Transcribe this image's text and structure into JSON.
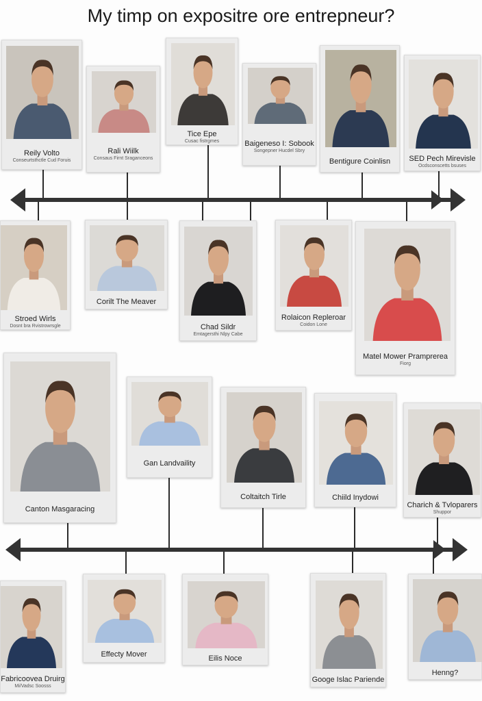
{
  "title": "My timp on expositre ore entrepneur?",
  "colors": {
    "timeline": "#333333",
    "card": "#ececec"
  },
  "rows": [
    [
      {
        "name": "Reily Volto",
        "sub": "Conseurtsthctle Cud Foruis",
        "shirt": "#4a5a70",
        "bg": "#c9c4bc"
      },
      {
        "name": "Rali Wiilk",
        "sub": "Consaus Firnt Sraganceons",
        "shirt": "#c88a86",
        "bg": "#d8d4cf"
      },
      {
        "name": "Tice Epe",
        "sub": "Cusac fistrgmes",
        "shirt": "#3d3a38",
        "bg": "#e0ddd8"
      },
      {
        "name": "Baigeneso I: Sobook",
        "sub": "Songepner Hucdel Sbry",
        "shirt": "#5f6b78",
        "bg": "#d4d0ca"
      },
      {
        "name": "Bentigure Coinlisn",
        "sub": "",
        "shirt": "#2c3a52",
        "bg": "#b8b2a0"
      },
      {
        "name": "SED Pech Mirevisle",
        "sub": "Ocdsconscetts bsuses",
        "shirt": "#24354f",
        "bg": "#e3e1dd"
      }
    ],
    [
      {
        "name": "Stroed Wirls",
        "sub": "Dosnt bra Rvistrowrsgle",
        "shirt": "#f0ece6",
        "bg": "#d6cfc4"
      },
      {
        "name": "Corilt The Meaver",
        "sub": "",
        "shirt": "#b9c8dc",
        "bg": "#dcdad6"
      },
      {
        "name": "Chad Sildr",
        "sub": "Emtagersthi Nlpy Cabe",
        "shirt": "#1e1e20",
        "bg": "#d9d6d2"
      },
      {
        "name": "Rolaicon Repleroar",
        "sub": "Coidon Lone",
        "shirt": "#c84a42",
        "bg": "#e2dfdb"
      },
      {
        "name": "Matel Mower Pramprerea",
        "sub": "Fiorg",
        "shirt": "#d84c4c",
        "bg": "#dddad6"
      }
    ],
    [
      {
        "name": "Canton Masgaracing",
        "sub": "",
        "shirt": "#8a8e94",
        "bg": "#dcd9d4"
      },
      {
        "name": "Gan Landvaility",
        "sub": "",
        "shirt": "#a9c0df",
        "bg": "#e0ddd8"
      },
      {
        "name": "Coltaitch Tirle",
        "sub": "",
        "shirt": "#3a3c3f",
        "bg": "#d6d2cc"
      },
      {
        "name": "Chiild Inydowi",
        "sub": "",
        "shirt": "#4d6a92",
        "bg": "#e4e1dc"
      },
      {
        "name": "Charich & Tvloparers",
        "sub": "Shuppor",
        "shirt": "#1f1f21",
        "bg": "#dedbd6"
      }
    ],
    [
      {
        "name": "Fabricoovea Druirg",
        "sub": "Mi/Vadsc Soosss",
        "shirt": "#24385a",
        "bg": "#d8d4ce"
      },
      {
        "name": "Effecty Mover",
        "sub": "",
        "shirt": "#a8c0df",
        "bg": "#e2dfda"
      },
      {
        "name": "Eilis Noce",
        "sub": "",
        "shirt": "#e5b8c6",
        "bg": "#d8d4cf"
      },
      {
        "name": "Googe Islac Pariende",
        "sub": "",
        "shirt": "#8c8f93",
        "bg": "#dedbd6"
      },
      {
        "name": "Henng?",
        "sub": "",
        "shirt": "#9fb7d6",
        "bg": "#d6d3ce"
      }
    ]
  ]
}
